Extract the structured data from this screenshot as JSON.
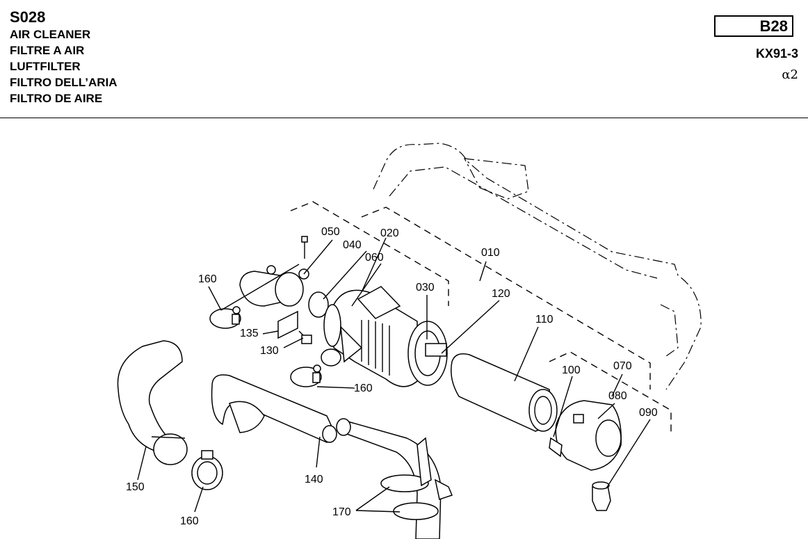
{
  "header": {
    "section_code": "S028",
    "titles": [
      "AIR CLEANER",
      "FILTRE A AIR",
      "LUFTFILTER",
      "FILTRO DELL’ARIA",
      "FILTRO DE AIRE"
    ],
    "page_ref": "B28",
    "model": "KX91-3",
    "variant": "α2"
  },
  "callouts": {
    "c010": "010",
    "c020": "020",
    "c030": "030",
    "c040": "040",
    "c050": "050",
    "c060": "060",
    "c070": "070",
    "c080": "080",
    "c090": "090",
    "c100": "100",
    "c110": "110",
    "c120": "120",
    "c130": "130",
    "c135": "135",
    "c140": "140",
    "c150": "150",
    "c160a": "160",
    "c160b": "160",
    "c160c": "160",
    "c170": "170"
  }
}
